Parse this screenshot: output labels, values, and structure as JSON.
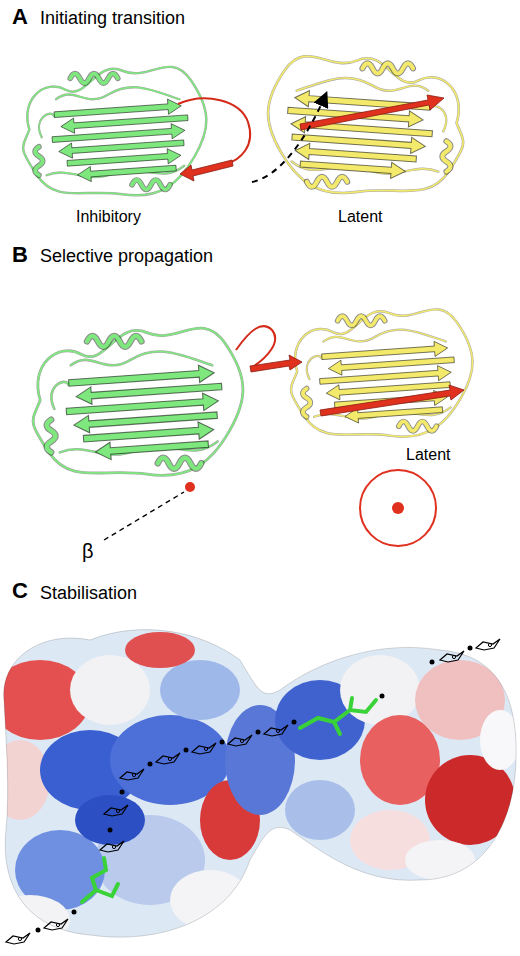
{
  "diagram": {
    "labels": [
      "A",
      "Initiating transition",
      "Inhibitory",
      "Latent",
      "B",
      "Selective propagation",
      "β",
      "Latent",
      "C",
      "Stabilisation"
    ]
  }
}
